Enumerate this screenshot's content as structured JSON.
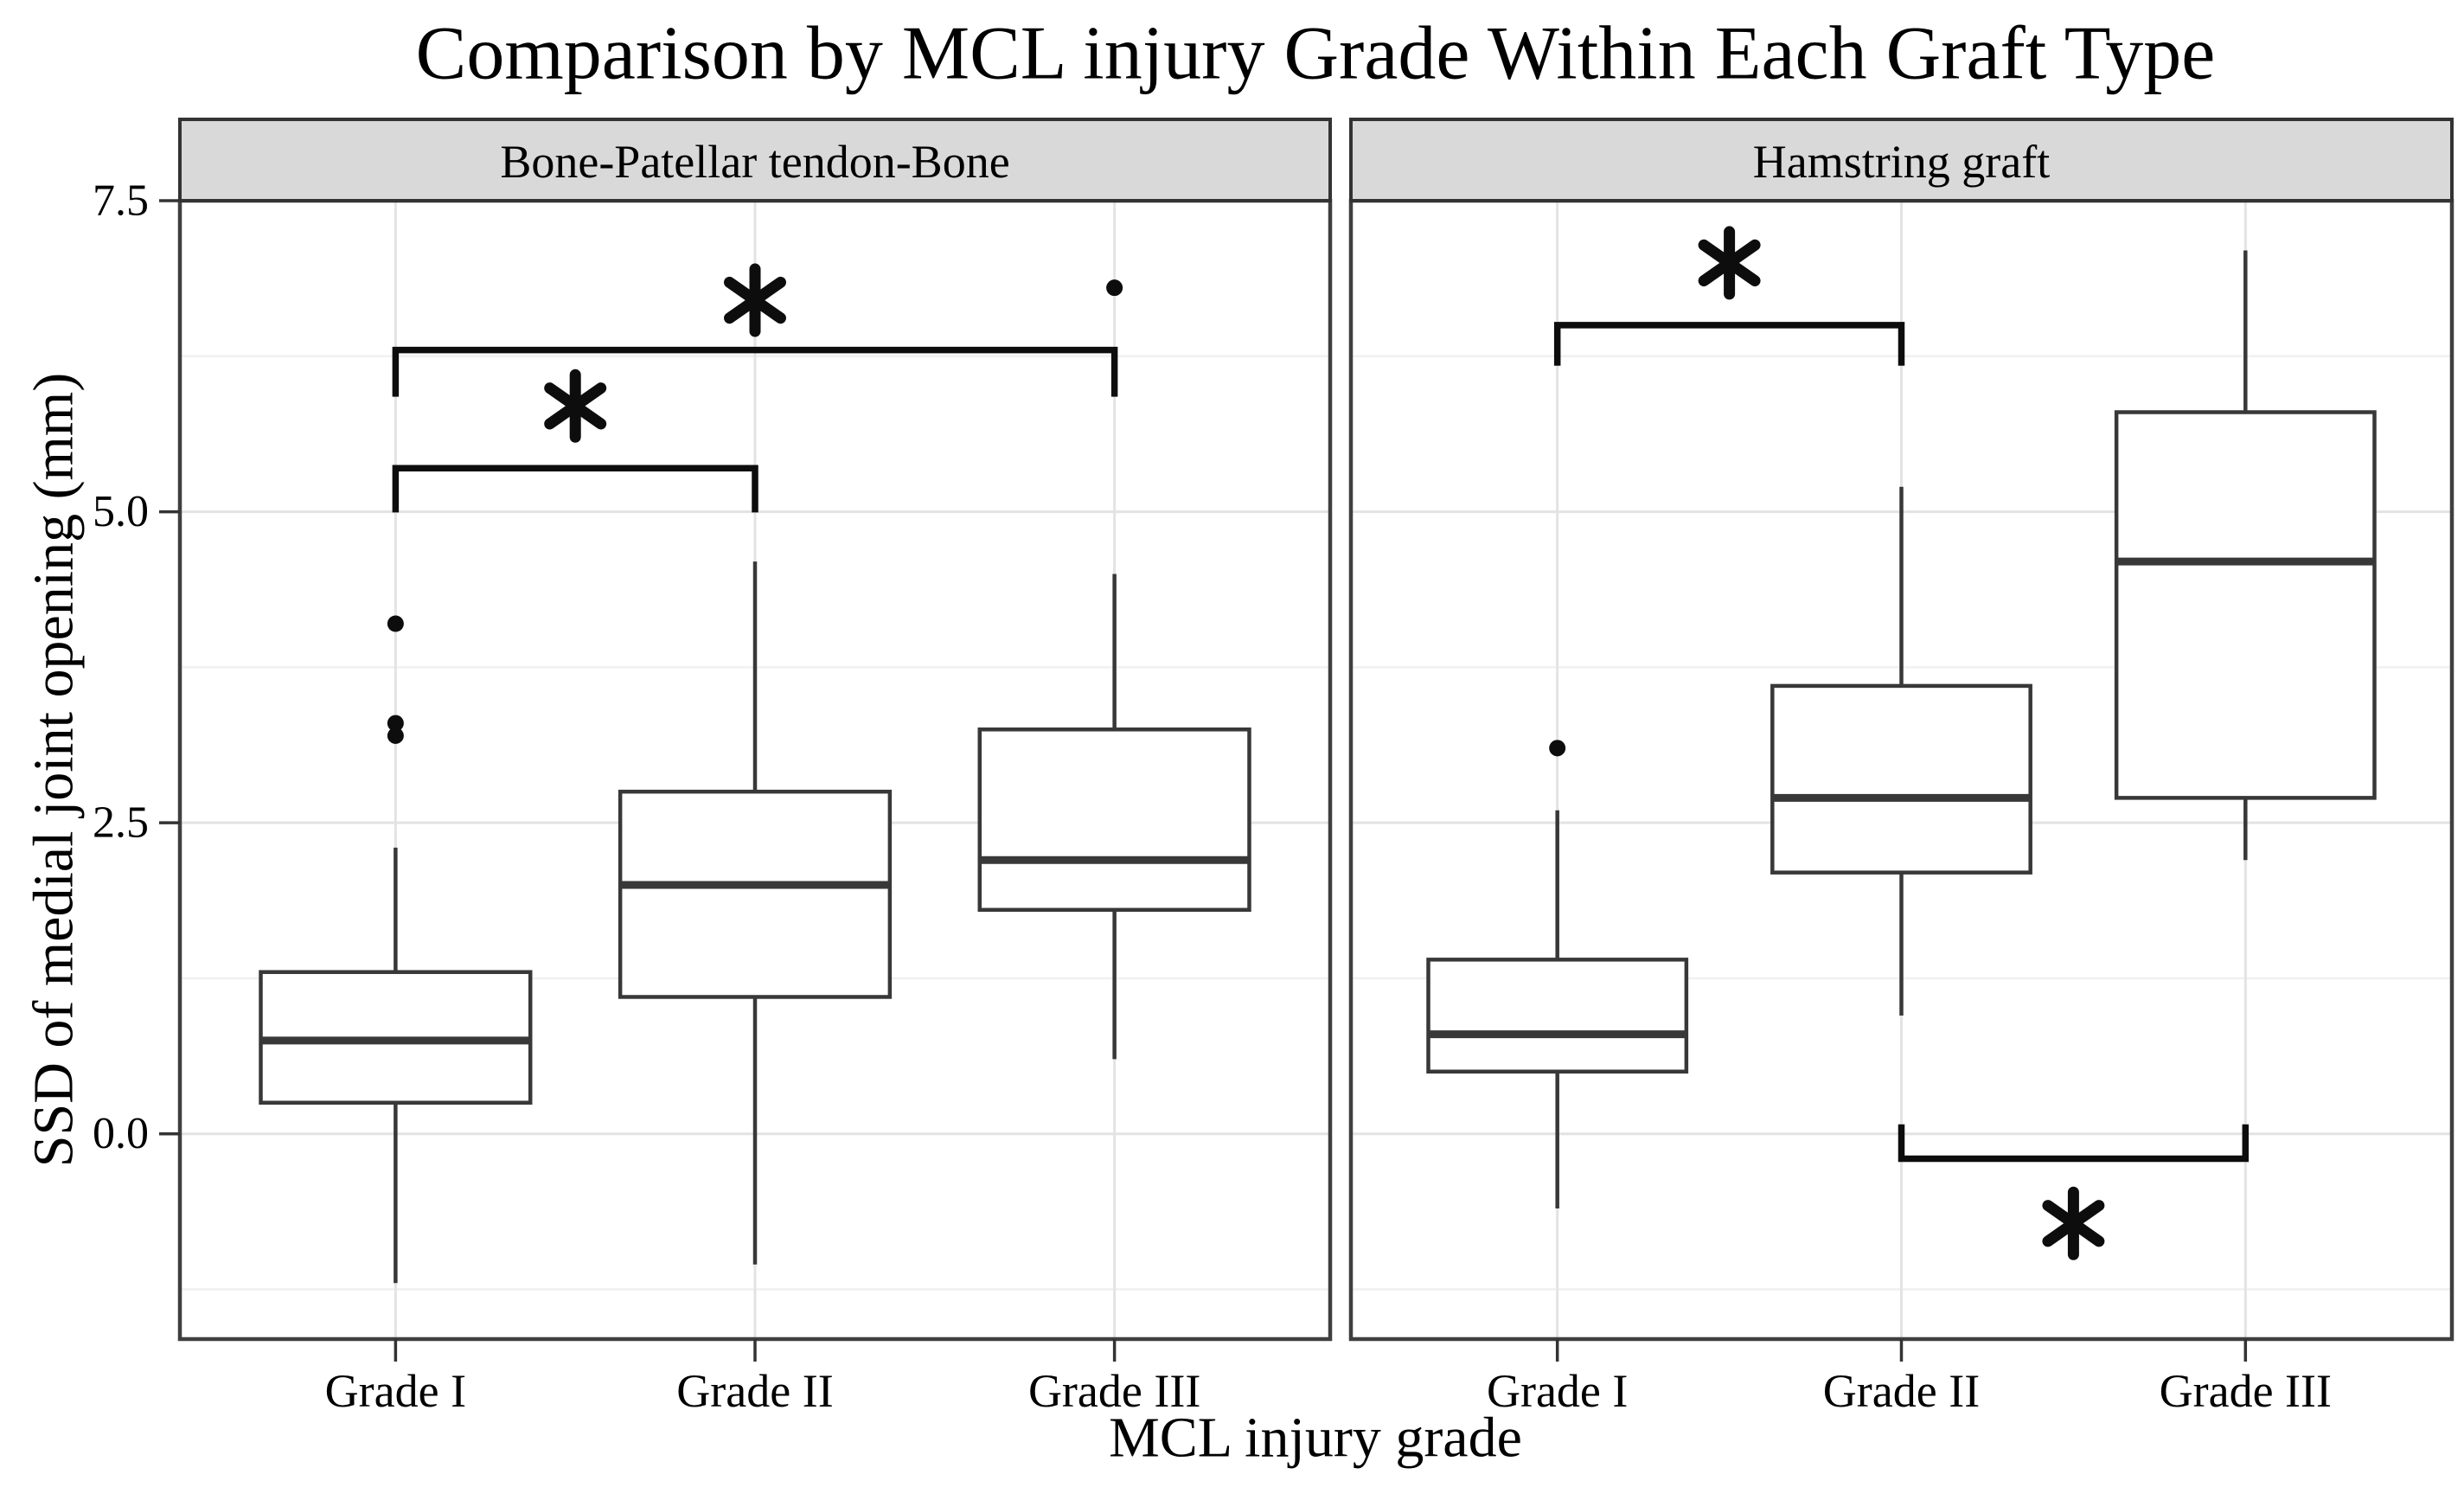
{
  "page": {
    "background": "#ffffff"
  },
  "chart_data": {
    "type": "boxplot",
    "title": "Comparison by MCL injury Grade Within Each Graft Type",
    "xlabel": "MCL injury grade",
    "ylabel": "SSD of medial joint opening (mm)",
    "ylim": [
      -1.65,
      7.5
    ],
    "yticks": [
      0.0,
      2.5,
      5.0,
      7.5
    ],
    "ytick_labels": [
      "0.0",
      "2.5",
      "5.0",
      "7.5"
    ],
    "minor_yticks": [
      -1.25,
      1.25,
      3.75,
      6.25
    ],
    "categories": [
      "Grade I",
      "Grade II",
      "Grade III"
    ],
    "grid": true,
    "legend_position": "none",
    "facets": [
      {
        "label": "Bone-Patellar tendon-Bone",
        "boxes": [
          {
            "category": "Grade I",
            "whisker_low": -1.2,
            "q1": 0.25,
            "median": 0.75,
            "q3": 1.3,
            "whisker_high": 2.3,
            "outliers": [
              3.2,
              3.3,
              4.1
            ]
          },
          {
            "category": "Grade II",
            "whisker_low": -1.05,
            "q1": 1.1,
            "median": 2.0,
            "q3": 2.75,
            "whisker_high": 4.6,
            "outliers": []
          },
          {
            "category": "Grade III",
            "whisker_low": 0.6,
            "q1": 1.8,
            "median": 2.2,
            "q3": 3.25,
            "whisker_high": 4.5,
            "outliers": [
              6.8
            ]
          }
        ],
        "significance": [
          {
            "from": "Grade I",
            "to": "Grade II",
            "bar_y": 5.35,
            "tick_y": 5.02,
            "label": "*",
            "label_y": 5.85,
            "side": "above"
          },
          {
            "from": "Grade I",
            "to": "Grade III",
            "bar_y": 6.3,
            "tick_y": 5.95,
            "label": "*",
            "label_y": 6.7,
            "side": "above"
          }
        ]
      },
      {
        "label": "Hamstring graft",
        "boxes": [
          {
            "category": "Grade I",
            "whisker_low": -0.6,
            "q1": 0.5,
            "median": 0.8,
            "q3": 1.4,
            "whisker_high": 2.6,
            "outliers": [
              3.1
            ]
          },
          {
            "category": "Grade II",
            "whisker_low": 0.95,
            "q1": 2.1,
            "median": 2.7,
            "q3": 3.6,
            "whisker_high": 5.2,
            "outliers": []
          },
          {
            "category": "Grade III",
            "whisker_low": 2.2,
            "q1": 2.7,
            "median": 4.6,
            "q3": 5.8,
            "whisker_high": 7.1,
            "outliers": []
          }
        ],
        "significance": [
          {
            "from": "Grade I",
            "to": "Grade II",
            "bar_y": 6.5,
            "tick_y": 6.2,
            "label": "*",
            "label_y": 7.0,
            "side": "above"
          },
          {
            "from": "Grade II",
            "to": "Grade III",
            "bar_y": -0.2,
            "tick_y": 0.05,
            "label": "*",
            "label_y": -0.72,
            "side": "below"
          }
        ]
      }
    ],
    "style": {
      "strip_fill": "#d9d9d9",
      "strip_border": "#333333",
      "panel_fill": "#ffffff",
      "panel_border": "#3f3f3f",
      "box_stroke": "#383838",
      "box_fill": "#ffffff",
      "gridline_major": "#e3e3e3",
      "gridline_minor": "#f0f0f0",
      "tick_color": "#333333",
      "annotation_color": "#0d0d0d",
      "text_color": "#000000"
    }
  }
}
